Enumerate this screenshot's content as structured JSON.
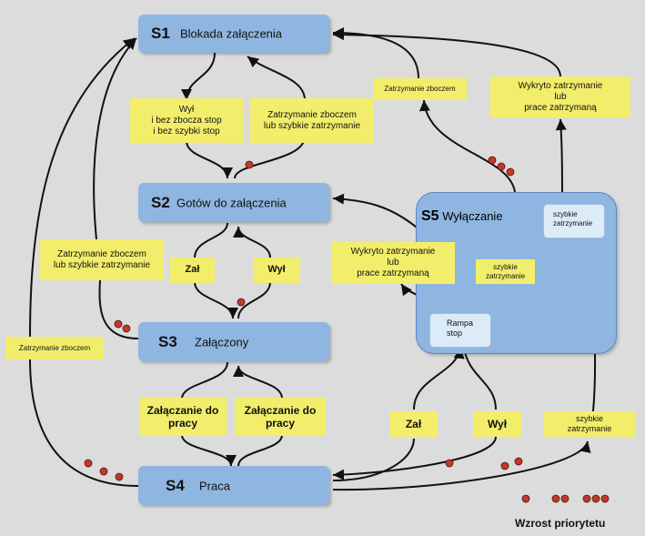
{
  "states": {
    "s1": {
      "id": "S1",
      "name": "Blokada załączenia"
    },
    "s2": {
      "id": "S2",
      "name": "Gotów do załączenia"
    },
    "s3": {
      "id": "S3",
      "name": "Załączony"
    },
    "s4": {
      "id": "S4",
      "name": "Praca"
    },
    "s5": {
      "id": "S5",
      "name": "Wyłączanie"
    }
  },
  "notes": {
    "s1_down": "Wył\ni bez zbocza stop\ni bez szybki stop",
    "s2_up": "Zatrzymanie zboczem\nlub szybkie zatrzymanie",
    "s2_zal": "Zał",
    "s3_wyl": "Wył",
    "s3_left": "Zatrzymanie zboczem\nlub szybkie zatrzymanie",
    "s4_far_left": "Zatrzymanie zboczem",
    "s3_zal_praca1": "Załączanie do\npracy",
    "s3_zal_praca2": "Załączanie do\npracy",
    "s5_zbocze": "Zatrzymanie zboczem",
    "s5_wykryto_top": "Wykryto zatrzymanie\nlub\nprace zatrzymaną",
    "s5_wykryto_mid": "Wykryto zatrzymanie\nlub\nprace zatrzymaną",
    "s5_szybkie_mid": "szybkie\nzatrzymanie",
    "s4_zal": "Zał",
    "s4_wyl": "Wył",
    "s4_szybkie": "szybkie\nzatrzymanie"
  },
  "substates": {
    "rampa": "Rampa\nstop",
    "szybkie": "szybkie\nzatrzymanie"
  },
  "legend": {
    "label": "Wzrost priorytetu",
    "priorities": [
      1,
      2,
      3
    ]
  },
  "colors": {
    "background": "#dcdcdc",
    "state_fill": "#8fb6e0",
    "note_fill": "#f2ee6c",
    "priority_dot": "#c0392b",
    "arrow": "#111111"
  }
}
